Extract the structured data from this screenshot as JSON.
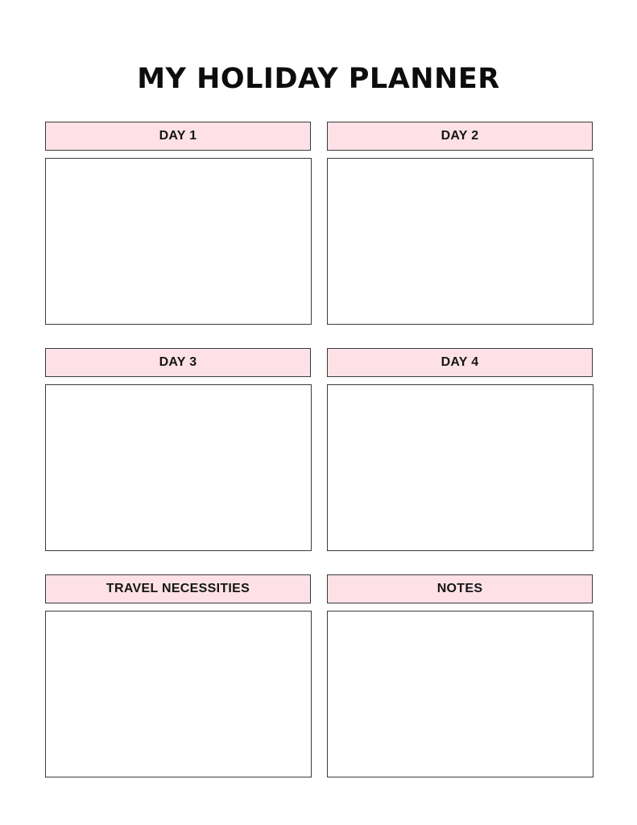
{
  "title": "MY HOLIDAY PLANNER",
  "colors": {
    "header_background": "#fde1e7",
    "border": "#3a3a3a",
    "text": "#111111"
  },
  "sections": [
    {
      "label": "DAY 1"
    },
    {
      "label": "DAY 2"
    },
    {
      "label": "DAY 3"
    },
    {
      "label": "DAY 4"
    },
    {
      "label": "TRAVEL NECESSITIES"
    },
    {
      "label": "NOTES"
    }
  ]
}
